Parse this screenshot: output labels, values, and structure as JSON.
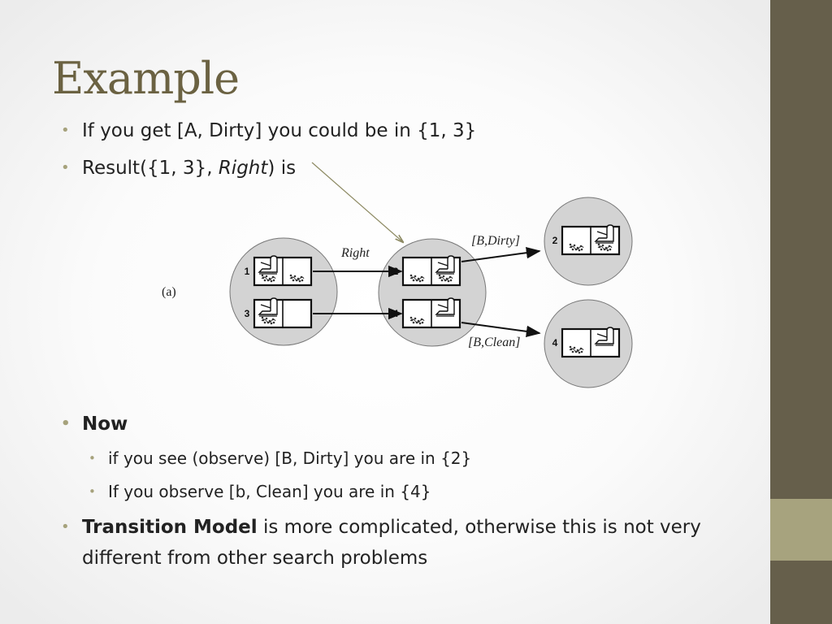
{
  "slide": {
    "title": "Example",
    "bullets": [
      {
        "text": "If you get [A, Dirty] you could be in {1, 3}"
      },
      {
        "prefix": "Result({1, 3}, ",
        "italic": "Right",
        "suffix": ") is"
      },
      {
        "text": "Now"
      }
    ],
    "sub_bullets": [
      "if you see (observe) [B, Dirty] you are in {2}",
      "If you observe [b, Clean] you are in {4}"
    ],
    "final_bullet": {
      "bold": "Transition Model",
      "rest": " is more complicated, otherwise this is not very different from other search problems"
    },
    "bullet_glyph": "•"
  },
  "diagram": {
    "panel_label": "(a)",
    "action_label": "Right",
    "percept_dirty": "[B,Dirty]",
    "percept_clean": "[B,Clean]",
    "states": [
      {
        "label": "1",
        "left_dirt": true,
        "right_dirt": true,
        "robot": "left"
      },
      {
        "label": "3",
        "left_dirt": true,
        "right_dirt": false,
        "robot": "left"
      },
      {
        "label": "2",
        "left_dirt": true,
        "right_dirt": true,
        "robot": "right"
      },
      {
        "label": "4",
        "left_dirt": true,
        "right_dirt": false,
        "robot": "right"
      },
      {
        "label": "2",
        "left_dirt": true,
        "right_dirt": true,
        "robot": "right"
      },
      {
        "label": "4",
        "left_dirt": true,
        "right_dirt": false,
        "robot": "right"
      }
    ]
  },
  "colors": {
    "sidebar": "#665f4b",
    "sidebar_accent": "#a7a37e",
    "title": "#6b6242",
    "bullet": "#a6a27c",
    "belief_circle": "#d3d3d3"
  }
}
